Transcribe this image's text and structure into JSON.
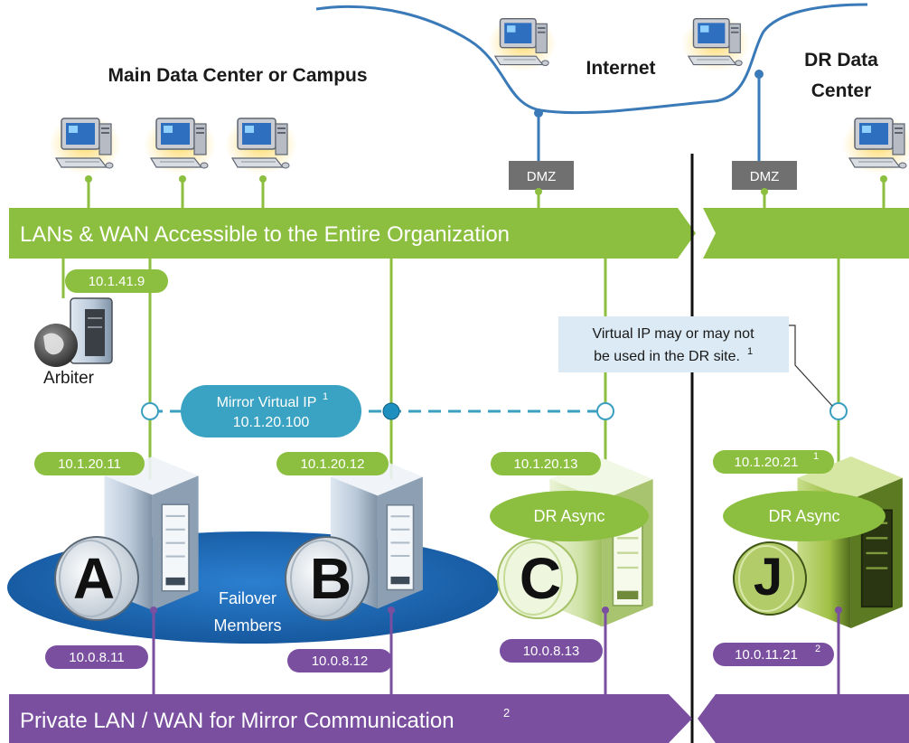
{
  "labels": {
    "main_dc": "Main Data Center or Campus",
    "internet": "Internet",
    "dr_dc_line1": "DR Data",
    "dr_dc_line2": "Center",
    "dmz": "DMZ",
    "lan_banner": "LANs & WAN Accessible to the Entire Organization",
    "private_banner": "Private LAN / WAN for Mirror Communication",
    "private_banner_sup": "2",
    "arbiter": "Arbiter",
    "virtual_ip_title": "Mirror Virtual IP",
    "virtual_ip_sup": "1",
    "virtual_ip_addr": "10.1.20.100",
    "dr_note_line1": "Virtual IP may or may not",
    "dr_note_line2": "be used in the DR site.",
    "dr_note_sup": "1",
    "failover_line1": "Failover",
    "failover_line2": "Members",
    "dr_async": "DR Async"
  },
  "ips": {
    "arbiter": "10.1.41.9",
    "a_public": "10.1.20.11",
    "b_public": "10.1.20.12",
    "c_public": "10.1.20.13",
    "j_public": "10.1.20.21",
    "j_public_sup": "1",
    "a_private": "10.0.8.11",
    "b_private": "10.0.8.12",
    "c_private": "10.0.8.13",
    "j_private": "10.0.11.21",
    "j_private_sup": "2"
  },
  "servers": {
    "a": "A",
    "b": "B",
    "c": "C",
    "j": "J"
  },
  "icons": [
    "workstation-icon",
    "arbiter-server-icon",
    "server-icon",
    "database-icon"
  ],
  "colors": {
    "green": "#8cbf3f",
    "green_light": "#b4d27a",
    "purple": "#7a4fa0",
    "blue_line": "#3a7ab8",
    "teal": "#3a9fc0",
    "failover_blue": "#1b63ad",
    "dmz_gray": "#707070",
    "note_bg": "#dbeaf4"
  }
}
